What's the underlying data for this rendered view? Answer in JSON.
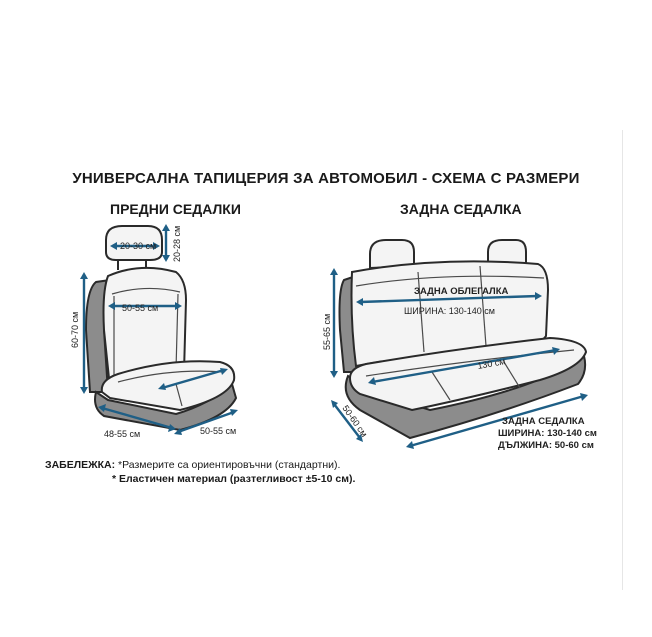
{
  "title": "УНИВЕРСАЛНА ТАПИЦЕРИЯ ЗА АВТОМОБИЛ - СХЕМА С РАЗМЕРИ",
  "front": {
    "heading": "ПРЕДНИ СЕДАЛКИ",
    "headrest_width": "20-30 см",
    "headrest_height": "20-28 см",
    "back_width": "50-55 см",
    "back_height": "60-70 см",
    "seat_depth": "48-55 см",
    "seat_width": "50-55 см"
  },
  "rear": {
    "heading": "ЗАДНА СЕДАЛКА",
    "back_title": "ЗАДНА ОБЛЕГАЛКА",
    "back_width": "ШИРИНА: 130-140 см",
    "back_height": "55-65 см",
    "cushion_width": "130 см",
    "cushion_depth": "50-60 см",
    "seat_title": "ЗАДНА СЕДАЛКА",
    "seat_width": "ШИРИНА: 130-140 см",
    "seat_length": "ДЪЛЖИНА: 50-60 см"
  },
  "notes": {
    "label": "ЗАБЕЛЕЖКА:",
    "line1": "*Размерите са ориентировъчни (стандартни).",
    "line2": "* Еластичен материал (разтегливост ±5-10 см)."
  },
  "colors": {
    "dimension": "#1f5f86",
    "seat_fill": "#f4f4f4",
    "side_fill": "#8c8c8c"
  }
}
